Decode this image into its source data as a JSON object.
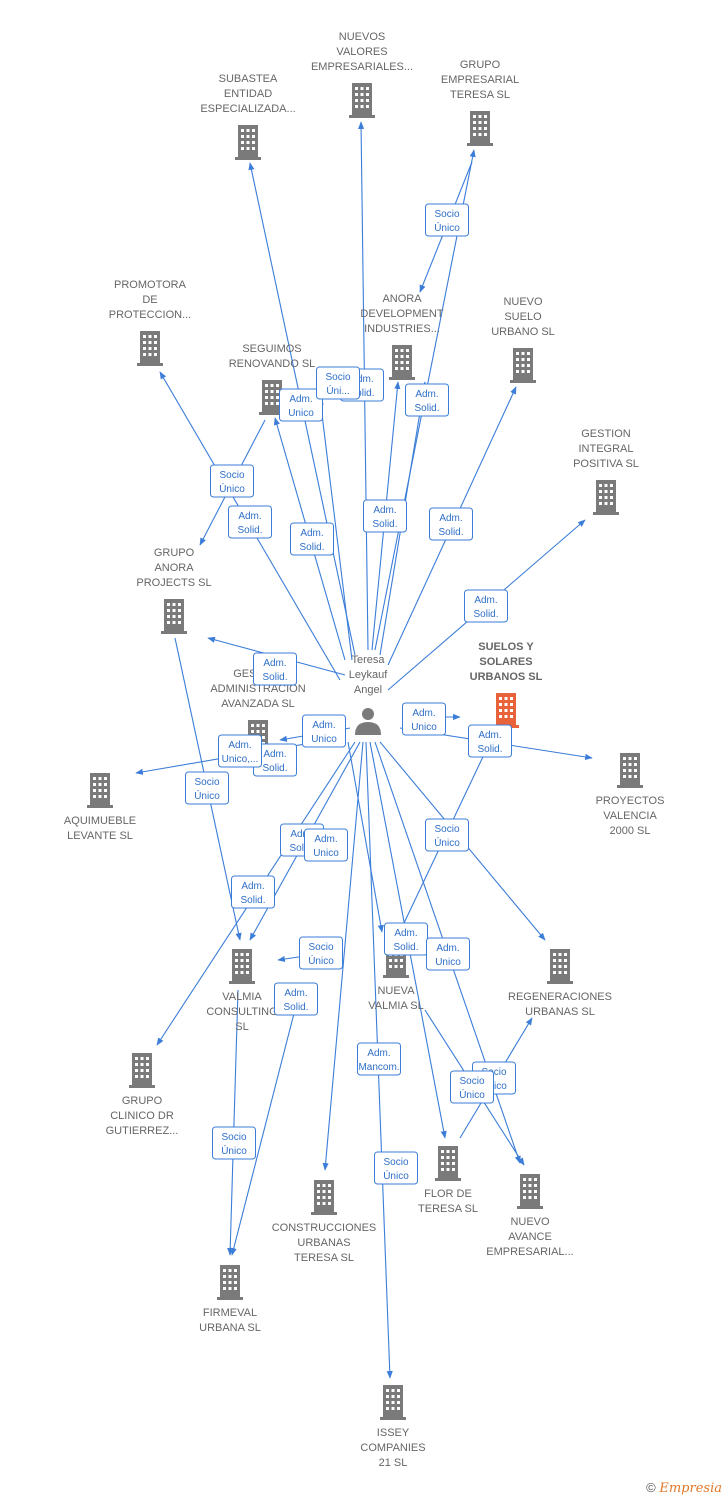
{
  "center": {
    "label": [
      "Teresa",
      "Leykauf",
      "Angel"
    ]
  },
  "nodes": [
    {
      "id": "subastea",
      "label": [
        "SUBASTEA",
        "ENTIDAD",
        "ESPECIALIZADA..."
      ],
      "highlight": false
    },
    {
      "id": "nuevos_valores",
      "label": [
        "NUEVOS",
        "VALORES",
        "EMPRESARIALES..."
      ],
      "highlight": false
    },
    {
      "id": "grupo_teresa",
      "label": [
        "GRUPO",
        "EMPRESARIAL",
        "TERESA SL"
      ],
      "highlight": false
    },
    {
      "id": "promotora",
      "label": [
        "PROMOTORA",
        "DE",
        "PROTECCION..."
      ],
      "highlight": false
    },
    {
      "id": "seguimos",
      "label": [
        "SEGUIMOS",
        "RENOVANDO SL"
      ],
      "highlight": false
    },
    {
      "id": "anora_dev",
      "label": [
        "ANORA",
        "DEVELOPMENT",
        "INDUSTRIES..."
      ],
      "highlight": false
    },
    {
      "id": "nuevo_suelo",
      "label": [
        "NUEVO",
        "SUELO",
        "URBANO  SL"
      ],
      "highlight": false
    },
    {
      "id": "gestion_integral",
      "label": [
        "GESTION",
        "INTEGRAL",
        "POSITIVA  SL"
      ],
      "highlight": false
    },
    {
      "id": "grupo_anora",
      "label": [
        "GRUPO",
        "ANORA",
        "PROJECTS  SL"
      ],
      "highlight": false
    },
    {
      "id": "suelos_solares",
      "label": [
        "SUELOS Y",
        "SOLARES",
        "URBANOS  SL"
      ],
      "highlight": true
    },
    {
      "id": "gestion_admin",
      "label": [
        "GESTION",
        "ADMINISTRACION",
        "AVANZADA  SL"
      ],
      "highlight": false
    },
    {
      "id": "aquimueble",
      "label": [
        "AQUIMUEBLE",
        "LEVANTE SL"
      ],
      "highlight": false
    },
    {
      "id": "proyectos_valencia",
      "label": [
        "PROYECTOS",
        "VALENCIA",
        "2000 SL"
      ],
      "highlight": false
    },
    {
      "id": "valmia_consulting",
      "label": [
        "VALMIA",
        "CONSULTING",
        "SL"
      ],
      "highlight": false
    },
    {
      "id": "nueva_valmia",
      "label": [
        "NUEVA",
        "VALMIA  SL"
      ],
      "highlight": false
    },
    {
      "id": "regeneraciones",
      "label": [
        "REGENERACIONES",
        "URBANAS  SL"
      ],
      "highlight": false
    },
    {
      "id": "grupo_clinico",
      "label": [
        "GRUPO",
        "CLINICO DR",
        "GUTIERREZ..."
      ],
      "highlight": false
    },
    {
      "id": "construcciones",
      "label": [
        "CONSTRUCCIONES",
        "URBANAS",
        "TERESA SL"
      ],
      "highlight": false
    },
    {
      "id": "flor_teresa",
      "label": [
        "FLOR DE",
        "TERESA SL"
      ],
      "highlight": false
    },
    {
      "id": "nuevo_avance",
      "label": [
        "NUEVO",
        "AVANCE",
        "EMPRESARIAL..."
      ],
      "highlight": false
    },
    {
      "id": "firmeval",
      "label": [
        "FIRMEVAL",
        "URBANA  SL"
      ],
      "highlight": false
    },
    {
      "id": "issey",
      "label": [
        "ISSEY",
        "COMPANIES",
        "21 SL"
      ],
      "highlight": false
    }
  ],
  "edge_labels": [
    {
      "id": "e_subastea",
      "lines": [
        "Adm.",
        "Solid."
      ]
    },
    {
      "id": "e_nuevos",
      "lines": [
        "Adm.",
        "Solid."
      ]
    },
    {
      "id": "e_grupo_teresa",
      "lines": [
        "Adm.",
        "Solid."
      ]
    },
    {
      "id": "e_grupo_anora_teresa",
      "lines": [
        "Socio",
        "Único"
      ]
    },
    {
      "id": "e_seguimos_adm",
      "lines": [
        "Adm.",
        "Unico"
      ]
    },
    {
      "id": "e_seguimos_socio",
      "lines": [
        "Socio",
        "Úni..."
      ]
    },
    {
      "id": "e_anora_dev",
      "lines": [
        "Adm.",
        "Solid."
      ]
    },
    {
      "id": "e_anora_dev2",
      "lines": [
        "Adm.",
        "Solid."
      ]
    },
    {
      "id": "e_nuevo_suelo",
      "lines": [
        "Adm.",
        "Solid."
      ]
    },
    {
      "id": "e_promotora_socio",
      "lines": [
        "Socio",
        "Único"
      ]
    },
    {
      "id": "e_promotora_adm",
      "lines": [
        "Adm.",
        "Solid."
      ]
    },
    {
      "id": "e_gestion_integral",
      "lines": [
        "Adm.",
        "Solid."
      ]
    },
    {
      "id": "e_grupo_anora",
      "lines": [
        "Adm.",
        "Solid."
      ]
    },
    {
      "id": "e_suelos",
      "lines": [
        "Adm.",
        "Unico"
      ]
    },
    {
      "id": "e_proyectos",
      "lines": [
        "Adm.",
        "Solid."
      ]
    },
    {
      "id": "e_gestion_admin",
      "lines": [
        "Adm.",
        "Unico"
      ]
    },
    {
      "id": "e_aquimueble",
      "lines": [
        "Adm.",
        "Unico,..."
      ]
    },
    {
      "id": "e_valmia_socio",
      "lines": [
        "Socio",
        "Único"
      ]
    },
    {
      "id": "e_valmia_adm",
      "lines": [
        "Adm.",
        "Solid."
      ]
    },
    {
      "id": "e_clinico",
      "lines": [
        "Adm.",
        "Solid."
      ]
    },
    {
      "id": "e_adm_unico2",
      "lines": [
        "Adm.",
        "Unico"
      ]
    },
    {
      "id": "e_regeneraciones_socio",
      "lines": [
        "Socio",
        "Único"
      ]
    },
    {
      "id": "e_nueva_valmia",
      "lines": [
        "Adm.",
        "Solid."
      ]
    },
    {
      "id": "e_nueva_valmia_unico",
      "lines": [
        "Adm.",
        "Unico"
      ]
    },
    {
      "id": "e_socio_valmia_nueva",
      "lines": [
        "Socio",
        "Único"
      ]
    },
    {
      "id": "e_firmeval_adm",
      "lines": [
        "Adm.",
        "Solid."
      ]
    },
    {
      "id": "e_construcciones",
      "lines": [
        "Adm.",
        "Mancom."
      ]
    },
    {
      "id": "e_firmeval_socio",
      "lines": [
        "Socio",
        "Único"
      ]
    },
    {
      "id": "e_issey",
      "lines": [
        "Socio",
        "Único"
      ]
    },
    {
      "id": "e_nuevo_avance_socio",
      "lines": [
        "Socio",
        "Único"
      ]
    },
    {
      "id": "e_nuevo_avance_socio2",
      "lines": [
        "Socio",
        "Único"
      ]
    }
  ],
  "footer": {
    "copyright": "©",
    "brand": "Empresia"
  },
  "colors": {
    "edge": "#3b7dd8",
    "node": "#7a7a7a",
    "highlight": "#e8623a"
  }
}
